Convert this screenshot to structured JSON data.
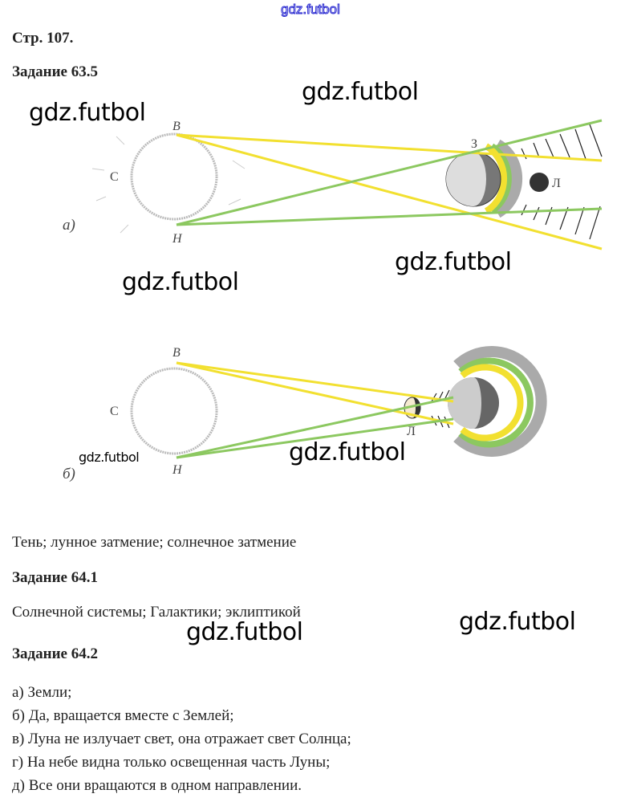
{
  "site_watermark": "gdz.futbol",
  "page_label": "Стр. 107.",
  "tasks": [
    {
      "title": "Задание 63.5",
      "answer": "Тень; лунное затмение; солнечное затмение"
    },
    {
      "title": "Задание 64.1",
      "answer": "Солнечной системы; Галактики; эклиптикой"
    },
    {
      "title": "Задание 64.2",
      "answers": [
        "а) Земли;",
        "б) Да, вращается вместе с Землей;",
        "в) Луна не излучает свет, она отражает свет Солнца;",
        "г) На небе видна только освещенная часть Луны;",
        "д) Все они вращаются в одном направлении."
      ]
    }
  ],
  "diagram_a": {
    "label": "а)",
    "sun": "С",
    "top": "В",
    "bottom": "Н",
    "earth": "З",
    "moon": "Л"
  },
  "diagram_b": {
    "label": "б)",
    "sun": "С",
    "top": "В",
    "bottom": "Н",
    "moon": "Л"
  },
  "colors": {
    "yellow": "#f2e030",
    "green": "#8cc860",
    "gray": "#a0a0a0"
  }
}
